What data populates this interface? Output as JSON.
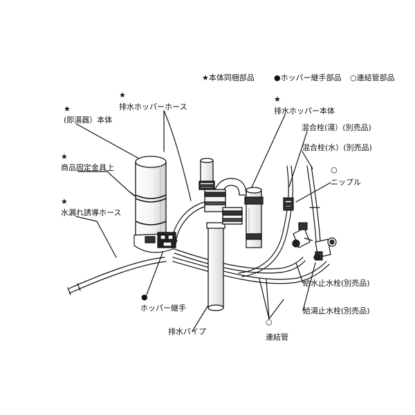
{
  "legend": {
    "main": "★本体同梱部品",
    "hopper": "●ホッパー継手部品",
    "pipe": "○連結管部品"
  },
  "marks": {
    "star": "★",
    "dot": "●",
    "circle": "○"
  },
  "labels": {
    "drain_hopper_hose": "排水ホッパーホース",
    "heater_body": "(即湯器）本体",
    "product_bracket_upper": "商品固定金具上",
    "leak_guide_hose": "水漏れ誘導ホース",
    "drain_hopper_body": "排水ホッパー本体",
    "mixer_hot": "混合栓(湯）(別売品)",
    "mixer_water": "混合栓(水）(別売品)",
    "nipple": "ニップル",
    "water_stop_valve": "給水止水栓(別売品)",
    "hot_stop_valve": "給湯止水栓(別売品)",
    "hopper_joint": "ホッパー継手",
    "drain_pipe": "排水パイプ",
    "connecting_pipe": "連結管"
  }
}
